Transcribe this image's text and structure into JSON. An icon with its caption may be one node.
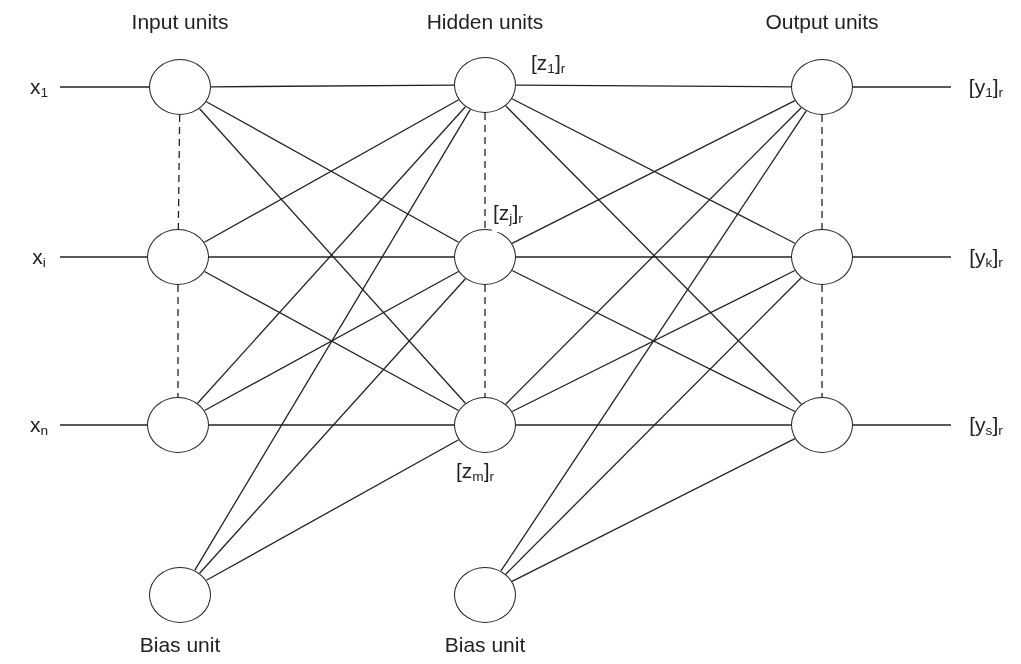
{
  "diagram": {
    "nodes": [
      {
        "text": [
          "x$_{1}$"
        ]
      },
      {
        "text": [
          "x$_{i}$"
        ]
      },
      {
        "text": [
          "x$_{n}$"
        ]
      },
      {
        "text": [],
        "shape": "circle"
      },
      {
        "text": [],
        "shape": "circle"
      },
      {
        "text": [],
        "shape": "circle"
      },
      {
        "text": [],
        "shape": "circle"
      },
      {
        "text": [],
        "shape": "circle",
        "beside": [
          "[z$_{1}$]$_{r}$"
        ]
      },
      {
        "text": [],
        "shape": "circle",
        "beside": [
          "[z$_{j}$]$_{r}$"
        ]
      },
      {
        "text": [],
        "shape": "circle",
        "beside": [
          "[z$_{m}$]$_{r}$"
        ]
      },
      {
        "text": [],
        "shape": "circle"
      },
      {
        "text": [],
        "shape": "circle"
      },
      {
        "text": [],
        "shape": "circle"
      },
      {
        "text": [],
        "shape": "circle"
      },
      {
        "text": [
          "[y$_{1}$]$_{r}$"
        ]
      },
      {
        "text": [
          "[y$_{k}$]$_{r}$"
        ]
      },
      {
        "text": [
          "[y$_{s}$]$_{r}$"
        ]
      }
    ],
    "edges": [
      {
        "from": 0,
        "to": 3,
        "arrow": "none"
      },
      {
        "from": 1,
        "to": 4,
        "arrow": "none"
      },
      {
        "from": 2,
        "to": 5,
        "arrow": "none"
      },
      {
        "from": 3,
        "to": 4,
        "arrow": "none",
        "style": "dashed"
      },
      {
        "from": 4,
        "to": 5,
        "arrow": "none",
        "style": "dashed"
      },
      {
        "from": 7,
        "to": 8,
        "arrow": "none",
        "style": "dashed"
      },
      {
        "from": 8,
        "to": 9,
        "arrow": "none",
        "style": "dashed"
      },
      {
        "from": 11,
        "to": 12,
        "arrow": "none",
        "style": "dashed"
      },
      {
        "from": 12,
        "to": 13,
        "arrow": "none",
        "style": "dashed"
      },
      {
        "from": 3,
        "to": 7,
        "arrow": "none"
      },
      {
        "from": 3,
        "to": 8,
        "arrow": "none"
      },
      {
        "from": 3,
        "to": 9,
        "arrow": "none"
      },
      {
        "from": 4,
        "to": 7,
        "arrow": "none"
      },
      {
        "from": 4,
        "to": 8,
        "arrow": "none"
      },
      {
        "from": 4,
        "to": 9,
        "arrow": "none"
      },
      {
        "from": 5,
        "to": 7,
        "arrow": "none"
      },
      {
        "from": 5,
        "to": 8,
        "arrow": "none"
      },
      {
        "from": 5,
        "to": 9,
        "arrow": "none"
      },
      {
        "from": 6,
        "to": 7,
        "arrow": "none"
      },
      {
        "from": 6,
        "to": 8,
        "arrow": "none"
      },
      {
        "from": 6,
        "to": 9,
        "arrow": "none"
      },
      {
        "from": 7,
        "to": 11,
        "arrow": "none"
      },
      {
        "from": 7,
        "to": 12,
        "arrow": "none"
      },
      {
        "from": 7,
        "to": 13,
        "arrow": "none"
      },
      {
        "from": 8,
        "to": 11,
        "arrow": "none"
      },
      {
        "from": 8,
        "to": 12,
        "arrow": "none"
      },
      {
        "from": 8,
        "to": 13,
        "arrow": "none"
      },
      {
        "from": 9,
        "to": 11,
        "arrow": "none"
      },
      {
        "from": 9,
        "to": 12,
        "arrow": "none"
      },
      {
        "from": 9,
        "to": 13,
        "arrow": "none"
      },
      {
        "from": 10,
        "to": 11,
        "arrow": "none"
      },
      {
        "from": 10,
        "to": 12,
        "arrow": "none"
      },
      {
        "from": 10,
        "to": 13,
        "arrow": "none"
      },
      {
        "from": 11,
        "to": 14,
        "arrow": "none"
      },
      {
        "from": 12,
        "to": 15,
        "arrow": "none"
      },
      {
        "from": 13,
        "to": 16,
        "arrow": "none"
      }
    ],
    "labels": [
      "Input units",
      "Hidden units",
      "Output units",
      "Bias unit",
      "Bias unit"
    ]
  }
}
